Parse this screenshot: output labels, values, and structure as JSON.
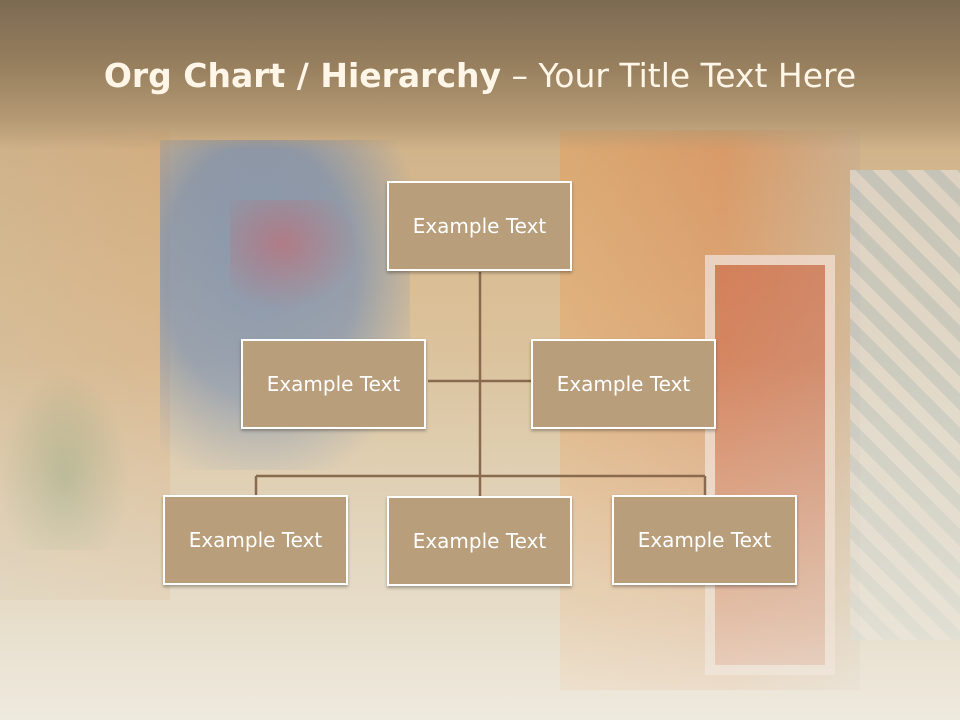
{
  "title": {
    "part1": "Org Chart / Hierarchy",
    "separator": " – ",
    "part2": "Your Title Text Here"
  },
  "nodes": {
    "root": "Example Text",
    "assistant_left": "Example Text",
    "assistant_right": "Example Text",
    "child_1": "Example Text",
    "child_2": "Example Text",
    "child_3": "Example Text"
  },
  "colors": {
    "node_fill": "#b99e7c",
    "node_border": "#ffffff",
    "connector": "#8a6a4f",
    "title_text": "#fff6e8"
  }
}
